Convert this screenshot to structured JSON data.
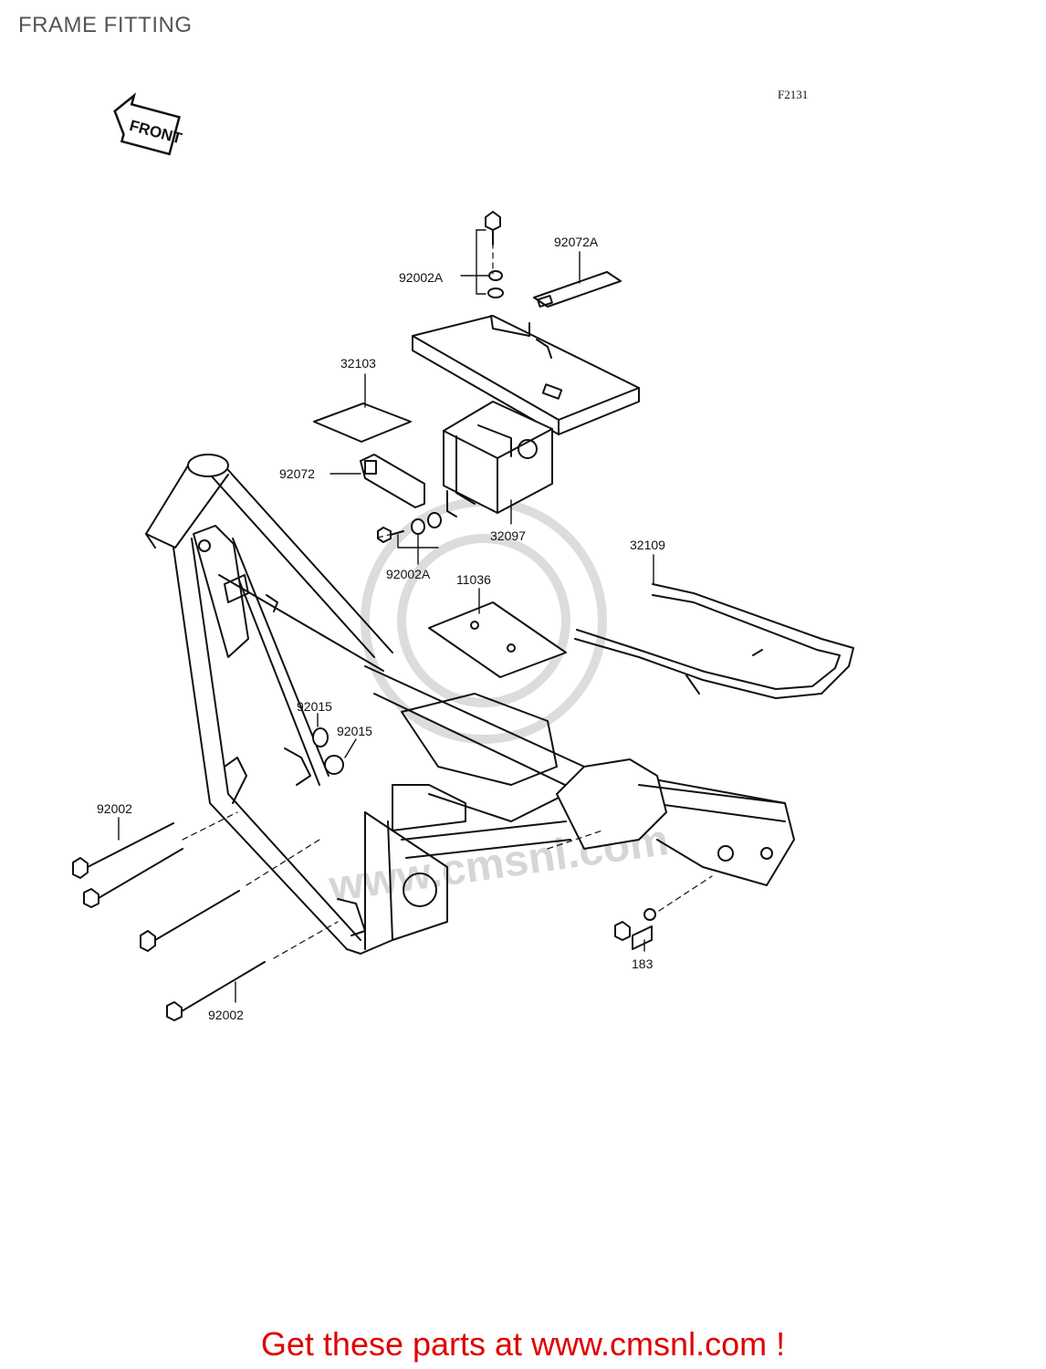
{
  "header": {
    "title": "FRAME FITTING",
    "figure_code": "F2131",
    "front_label": "FRONT"
  },
  "watermark": {
    "text": "www.cmsnl.com"
  },
  "parts": {
    "p92072A": "92072A",
    "p92002A_top": "92002A",
    "p32103": "32103",
    "p92072": "92072",
    "p32097": "32097",
    "p92002A_mid": "92002A",
    "p11036": "11036",
    "p32109": "32109",
    "p92015_a": "92015",
    "p92015_b": "92015",
    "p92002_left": "92002",
    "p92002_bottom": "92002",
    "p183": "183"
  },
  "footer": {
    "text": "Get these parts at www.cmsnl.com !",
    "color": "#e00000"
  },
  "colors": {
    "line": "#111111",
    "watermark": "#cfcfcf"
  }
}
